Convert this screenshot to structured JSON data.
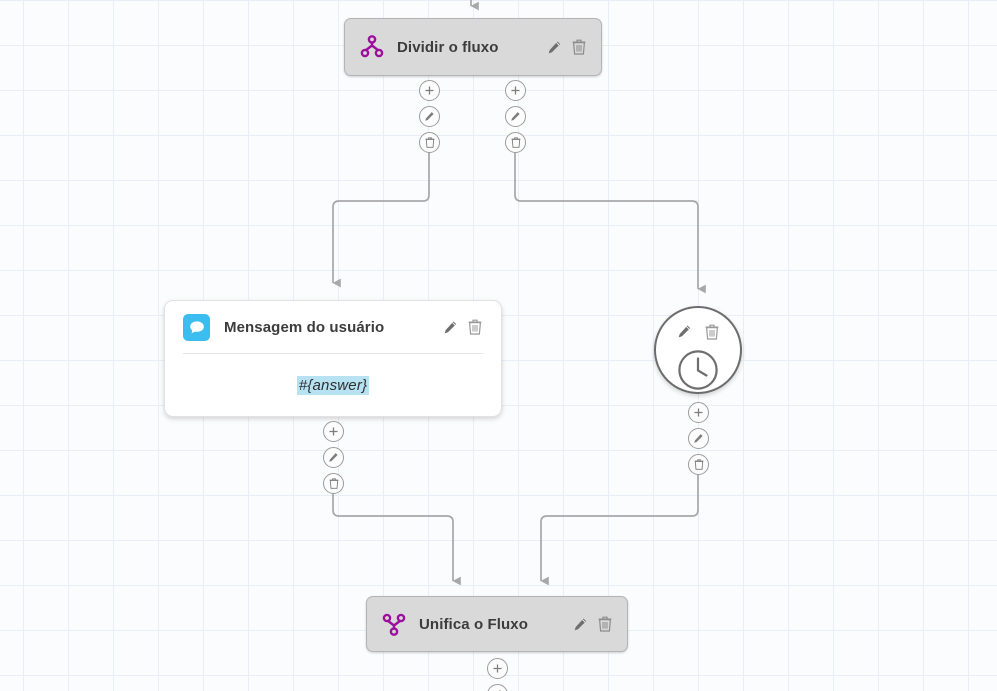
{
  "canvas": {
    "label": "flow-editor-canvas",
    "grid_size": 45,
    "grid_color": "#e8eef5",
    "background": "#fbfcfd"
  },
  "colors": {
    "node_gray": "#d9d9d9",
    "node_border": "#b4b4b4",
    "flow_icon_purple": "#9c0f9c",
    "message_avatar_blue": "#3cbdf0",
    "token_highlight": "#b6e2f2",
    "edge_gray": "#a8a8a8",
    "title_text": "#3c3c3c"
  },
  "nodes": [
    {
      "id": "split",
      "title": "Dividir o fluxo",
      "icon": "flow-split-icon",
      "type": "gray-box",
      "edit_label": "Editar",
      "delete_label": "Excluir"
    },
    {
      "id": "message",
      "title": "Mensagem do usuário",
      "icon": "chat-bubble-icon",
      "type": "white-card",
      "body_token": "#{answer}",
      "edit_label": "Editar",
      "delete_label": "Excluir"
    },
    {
      "id": "delay",
      "title": "",
      "icon": "clock-icon",
      "type": "circle",
      "edit_label": "Editar",
      "delete_label": "Excluir"
    },
    {
      "id": "merge",
      "title": "Unifica o Fluxo",
      "icon": "flow-merge-icon",
      "type": "gray-box",
      "edit_label": "Editar",
      "delete_label": "Excluir"
    }
  ],
  "connectors": {
    "add_label": "+",
    "add_name": "add-step-button",
    "edit_name": "edit-connection-button",
    "delete_name": "delete-connection-button"
  },
  "edges": [
    {
      "from": "inbound",
      "to": "split"
    },
    {
      "from": "split-left",
      "to": "message"
    },
    {
      "from": "split-right",
      "to": "delay"
    },
    {
      "from": "message",
      "to": "merge"
    },
    {
      "from": "delay",
      "to": "merge"
    },
    {
      "from": "merge",
      "to": "outbound"
    }
  ]
}
